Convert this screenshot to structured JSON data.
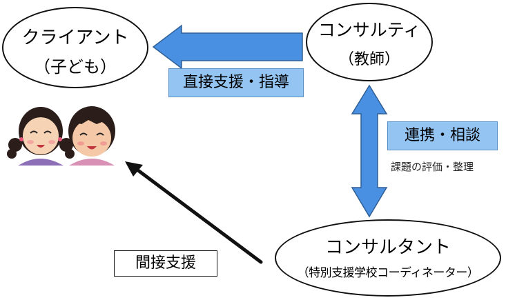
{
  "nodes": {
    "client": {
      "line1": "クライアント",
      "line2": "（子ども）"
    },
    "consultee": {
      "line1": "コンサルティ",
      "line2": "（教師）"
    },
    "consultant": {
      "line1": "コンサルタント",
      "line2": "（特別支援学校コーディネーター）"
    }
  },
  "edges": {
    "direct": {
      "label": "直接支援・指導"
    },
    "collaboration": {
      "label": "連携・相談",
      "sublabel": "課題の評価・整理"
    },
    "indirect": {
      "label": "間接支援"
    }
  },
  "colors": {
    "arrow_fill": "#4a90e2",
    "arrow_stroke": "#2f5f95",
    "label_fill": "#94c4f2",
    "indirect_arrow": "#111111",
    "node_border": "#111111"
  },
  "icons": [
    "girl-illustration",
    "boy-illustration"
  ]
}
